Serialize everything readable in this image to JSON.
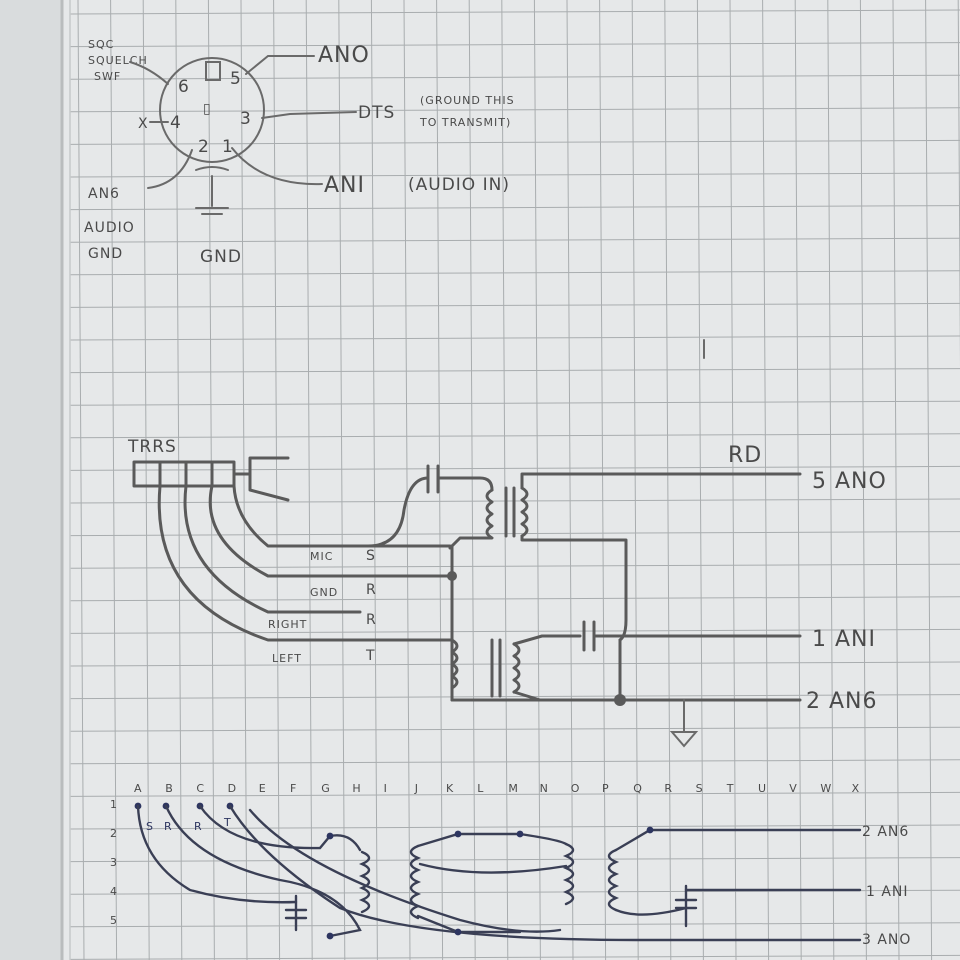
{
  "connector": {
    "pins": [
      "6",
      "5",
      "4",
      "3",
      "2",
      "1"
    ],
    "key_symbol": "▯",
    "labels": {
      "squelch": [
        "SQC",
        "SQUELCH",
        "SWF"
      ],
      "x": "X",
      "ano": "ANO",
      "dts": "DTS",
      "dts_note_line1": "(GROUND THIS",
      "dts_note_line2": "TO TRANSMIT)",
      "ani": "ANI",
      "ani_note": "(AUDIO IN)",
      "ang": [
        "AN6",
        "AUDIO",
        "GND"
      ],
      "gnd": "GND"
    }
  },
  "schematic": {
    "trrs_label": "TRRS",
    "rd_label": "RD",
    "wire_labels": [
      {
        "name": "MIC",
        "code": "S"
      },
      {
        "name": "GND",
        "code": "R"
      },
      {
        "name": "RIGHT",
        "code": "R"
      },
      {
        "name": "LEFT",
        "code": "T"
      }
    ],
    "outputs": [
      "5 ANO",
      "1 ANI",
      "2 AN6"
    ]
  },
  "breadboard": {
    "columns": [
      "A",
      "B",
      "C",
      "D",
      "E",
      "F",
      "G",
      "H",
      "I",
      "J",
      "K",
      "L",
      "M",
      "N",
      "O",
      "P",
      "Q",
      "R",
      "S",
      "T",
      "U",
      "V",
      "W",
      "X"
    ],
    "rows": [
      "1",
      "2",
      "3",
      "4",
      "5"
    ],
    "plug_codes": [
      "S",
      "R",
      "R",
      "T"
    ],
    "outputs": [
      "2 AN6",
      "1 ANI",
      "3 ANO"
    ]
  }
}
